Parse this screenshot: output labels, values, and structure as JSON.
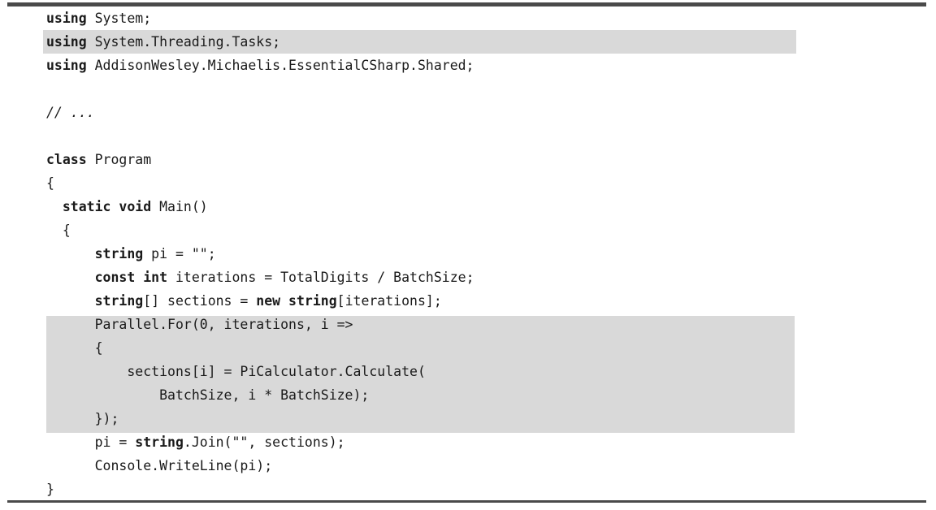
{
  "figure": {
    "kind": "code-listing",
    "language": "C#",
    "colors": {
      "background": "#ffffff",
      "text": "#1a1a1a",
      "highlight": "#d9d9d9",
      "rule": "#4a4a4a"
    },
    "rules": {
      "top_label": "listing-top-rule",
      "bottom_label": "listing-bottom-rule"
    },
    "highlights": [
      {
        "name": "highlight-using-tasks",
        "lines": [
          2
        ]
      },
      {
        "name": "highlight-parallel-for-block",
        "lines": [
          14,
          15,
          16,
          17,
          18
        ]
      }
    ]
  },
  "code": {
    "lines": [
      {
        "n": 1,
        "indent": "",
        "parts": [
          {
            "t": "using",
            "s": "kw"
          },
          {
            "t": " System;",
            "s": ""
          }
        ]
      },
      {
        "n": 2,
        "indent": "",
        "parts": [
          {
            "t": "using",
            "s": "kw"
          },
          {
            "t": " System.Threading.Tasks;",
            "s": ""
          }
        ]
      },
      {
        "n": 3,
        "indent": "",
        "parts": [
          {
            "t": "using",
            "s": "kw"
          },
          {
            "t": " AddisonWesley.Michaelis.EssentialCSharp.Shared;",
            "s": ""
          }
        ]
      },
      {
        "n": 4,
        "indent": "",
        "parts": []
      },
      {
        "n": 5,
        "indent": "",
        "parts": [
          {
            "t": "// ...",
            "s": "cm"
          }
        ]
      },
      {
        "n": 6,
        "indent": "",
        "parts": []
      },
      {
        "n": 7,
        "indent": "",
        "parts": [
          {
            "t": "class",
            "s": "kw"
          },
          {
            "t": " Program",
            "s": ""
          }
        ]
      },
      {
        "n": 8,
        "indent": "",
        "parts": [
          {
            "t": "{",
            "s": ""
          }
        ]
      },
      {
        "n": 9,
        "indent": "  ",
        "parts": [
          {
            "t": "static void",
            "s": "kw"
          },
          {
            "t": " Main()",
            "s": ""
          }
        ]
      },
      {
        "n": 10,
        "indent": "  ",
        "parts": [
          {
            "t": "{",
            "s": ""
          }
        ]
      },
      {
        "n": 11,
        "indent": "      ",
        "parts": [
          {
            "t": "string",
            "s": "kw"
          },
          {
            "t": " pi = \"\";",
            "s": ""
          }
        ]
      },
      {
        "n": 12,
        "indent": "      ",
        "parts": [
          {
            "t": "const int",
            "s": "kw"
          },
          {
            "t": " iterations = TotalDigits / BatchSize;",
            "s": ""
          }
        ]
      },
      {
        "n": 13,
        "indent": "      ",
        "parts": [
          {
            "t": "string",
            "s": "kw"
          },
          {
            "t": "[] sections = ",
            "s": ""
          },
          {
            "t": "new string",
            "s": "kw"
          },
          {
            "t": "[iterations];",
            "s": ""
          }
        ]
      },
      {
        "n": 14,
        "indent": "      ",
        "parts": [
          {
            "t": "Parallel.For(0, iterations, i =>",
            "s": ""
          }
        ]
      },
      {
        "n": 15,
        "indent": "      ",
        "parts": [
          {
            "t": "{",
            "s": ""
          }
        ]
      },
      {
        "n": 16,
        "indent": "          ",
        "parts": [
          {
            "t": "sections[i] = PiCalculator.Calculate(",
            "s": ""
          }
        ]
      },
      {
        "n": 17,
        "indent": "              ",
        "parts": [
          {
            "t": "BatchSize, i * BatchSize);",
            "s": ""
          }
        ]
      },
      {
        "n": 18,
        "indent": "      ",
        "parts": [
          {
            "t": "});",
            "s": ""
          }
        ]
      },
      {
        "n": 19,
        "indent": "      ",
        "parts": [
          {
            "t": "pi = ",
            "s": ""
          },
          {
            "t": "string",
            "s": "kw"
          },
          {
            "t": ".Join(\"\", sections);",
            "s": ""
          }
        ]
      },
      {
        "n": 20,
        "indent": "      ",
        "parts": [
          {
            "t": "Console.WriteLine(pi);",
            "s": ""
          }
        ]
      },
      {
        "n": 21,
        "indent": "",
        "parts": [
          {
            "t": "}",
            "s": ""
          }
        ]
      }
    ],
    "plain_text": "using System;\nusing System.Threading.Tasks;\nusing AddisonWesley.Michaelis.EssentialCSharp.Shared;\n\n// ...\n\nclass Program\n{\n  static void Main()\n  {\n      string pi = \"\";\n      const int iterations = TotalDigits / BatchSize;\n      string[] sections = new string[iterations];\n      Parallel.For(0, iterations, i =>\n      {\n          sections[i] = PiCalculator.Calculate(\n              BatchSize, i * BatchSize);\n      });\n      pi = string.Join(\"\", sections);\n      Console.WriteLine(pi);\n}"
  }
}
